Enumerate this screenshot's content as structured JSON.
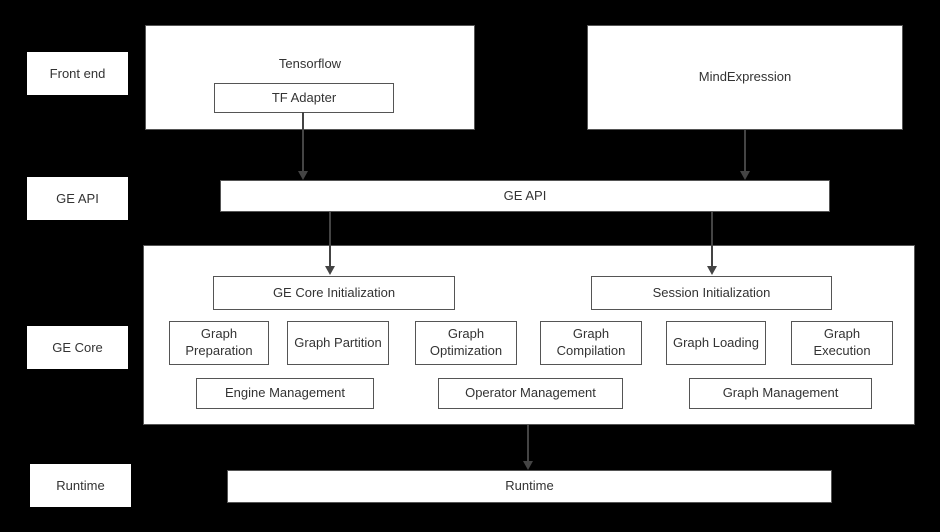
{
  "colors": {
    "background": "#000000",
    "box_background": "#ffffff",
    "box_border": "#555555",
    "text": "#333333",
    "arrow": "#444444"
  },
  "side_labels": {
    "front_end": "Front end",
    "ge_api": "GE API",
    "ge_core": "GE Core",
    "runtime": "Runtime"
  },
  "front_end": {
    "tensorflow_title": "Tensorflow",
    "tf_adapter": "TF Adapter",
    "mindexpression_title": "MindExpression"
  },
  "ge_api_bar": "GE API",
  "ge_core": {
    "init": [
      "GE Core Initialization",
      "Session Initialization"
    ],
    "modules": [
      "Graph Preparation",
      "Graph Partition",
      "Graph Optimization",
      "Graph Compilation",
      "Graph Loading",
      "Graph Execution"
    ],
    "management": [
      "Engine Management",
      "Operator Management",
      "Graph Management"
    ]
  },
  "runtime_bar": "Runtime"
}
